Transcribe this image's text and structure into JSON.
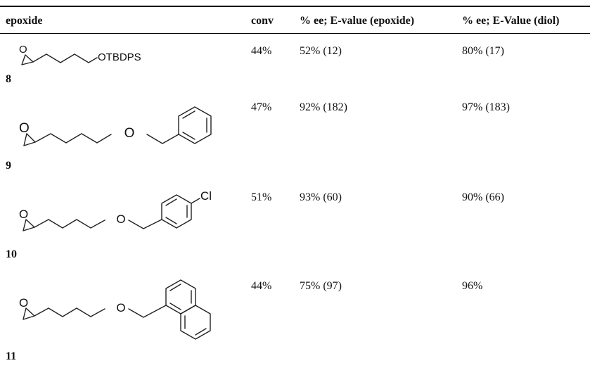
{
  "table": {
    "headers": {
      "epoxide": "epoxide",
      "conv": "conv",
      "ee_epoxide": "% ee; E-value (epoxide)",
      "ee_diol": "% ee; E-Value (diol)"
    },
    "rows": [
      {
        "compound": "8",
        "conv": "44%",
        "ee_epoxide": "52% (12)",
        "ee_diol": "80% (17)"
      },
      {
        "compound": "9",
        "conv": "47%",
        "ee_epoxide": "92% (182)",
        "ee_diol": "97% (183)"
      },
      {
        "compound": "10",
        "conv": "51%",
        "ee_epoxide": "93% (60)",
        "ee_diol": "90% (66)"
      },
      {
        "compound": "11",
        "conv": "44%",
        "ee_epoxide": "75% (97)",
        "ee_diol": "96%"
      }
    ]
  },
  "structures": {
    "atom_O": "O",
    "otbdps": "OTBDPS",
    "chlorine": "Cl"
  }
}
